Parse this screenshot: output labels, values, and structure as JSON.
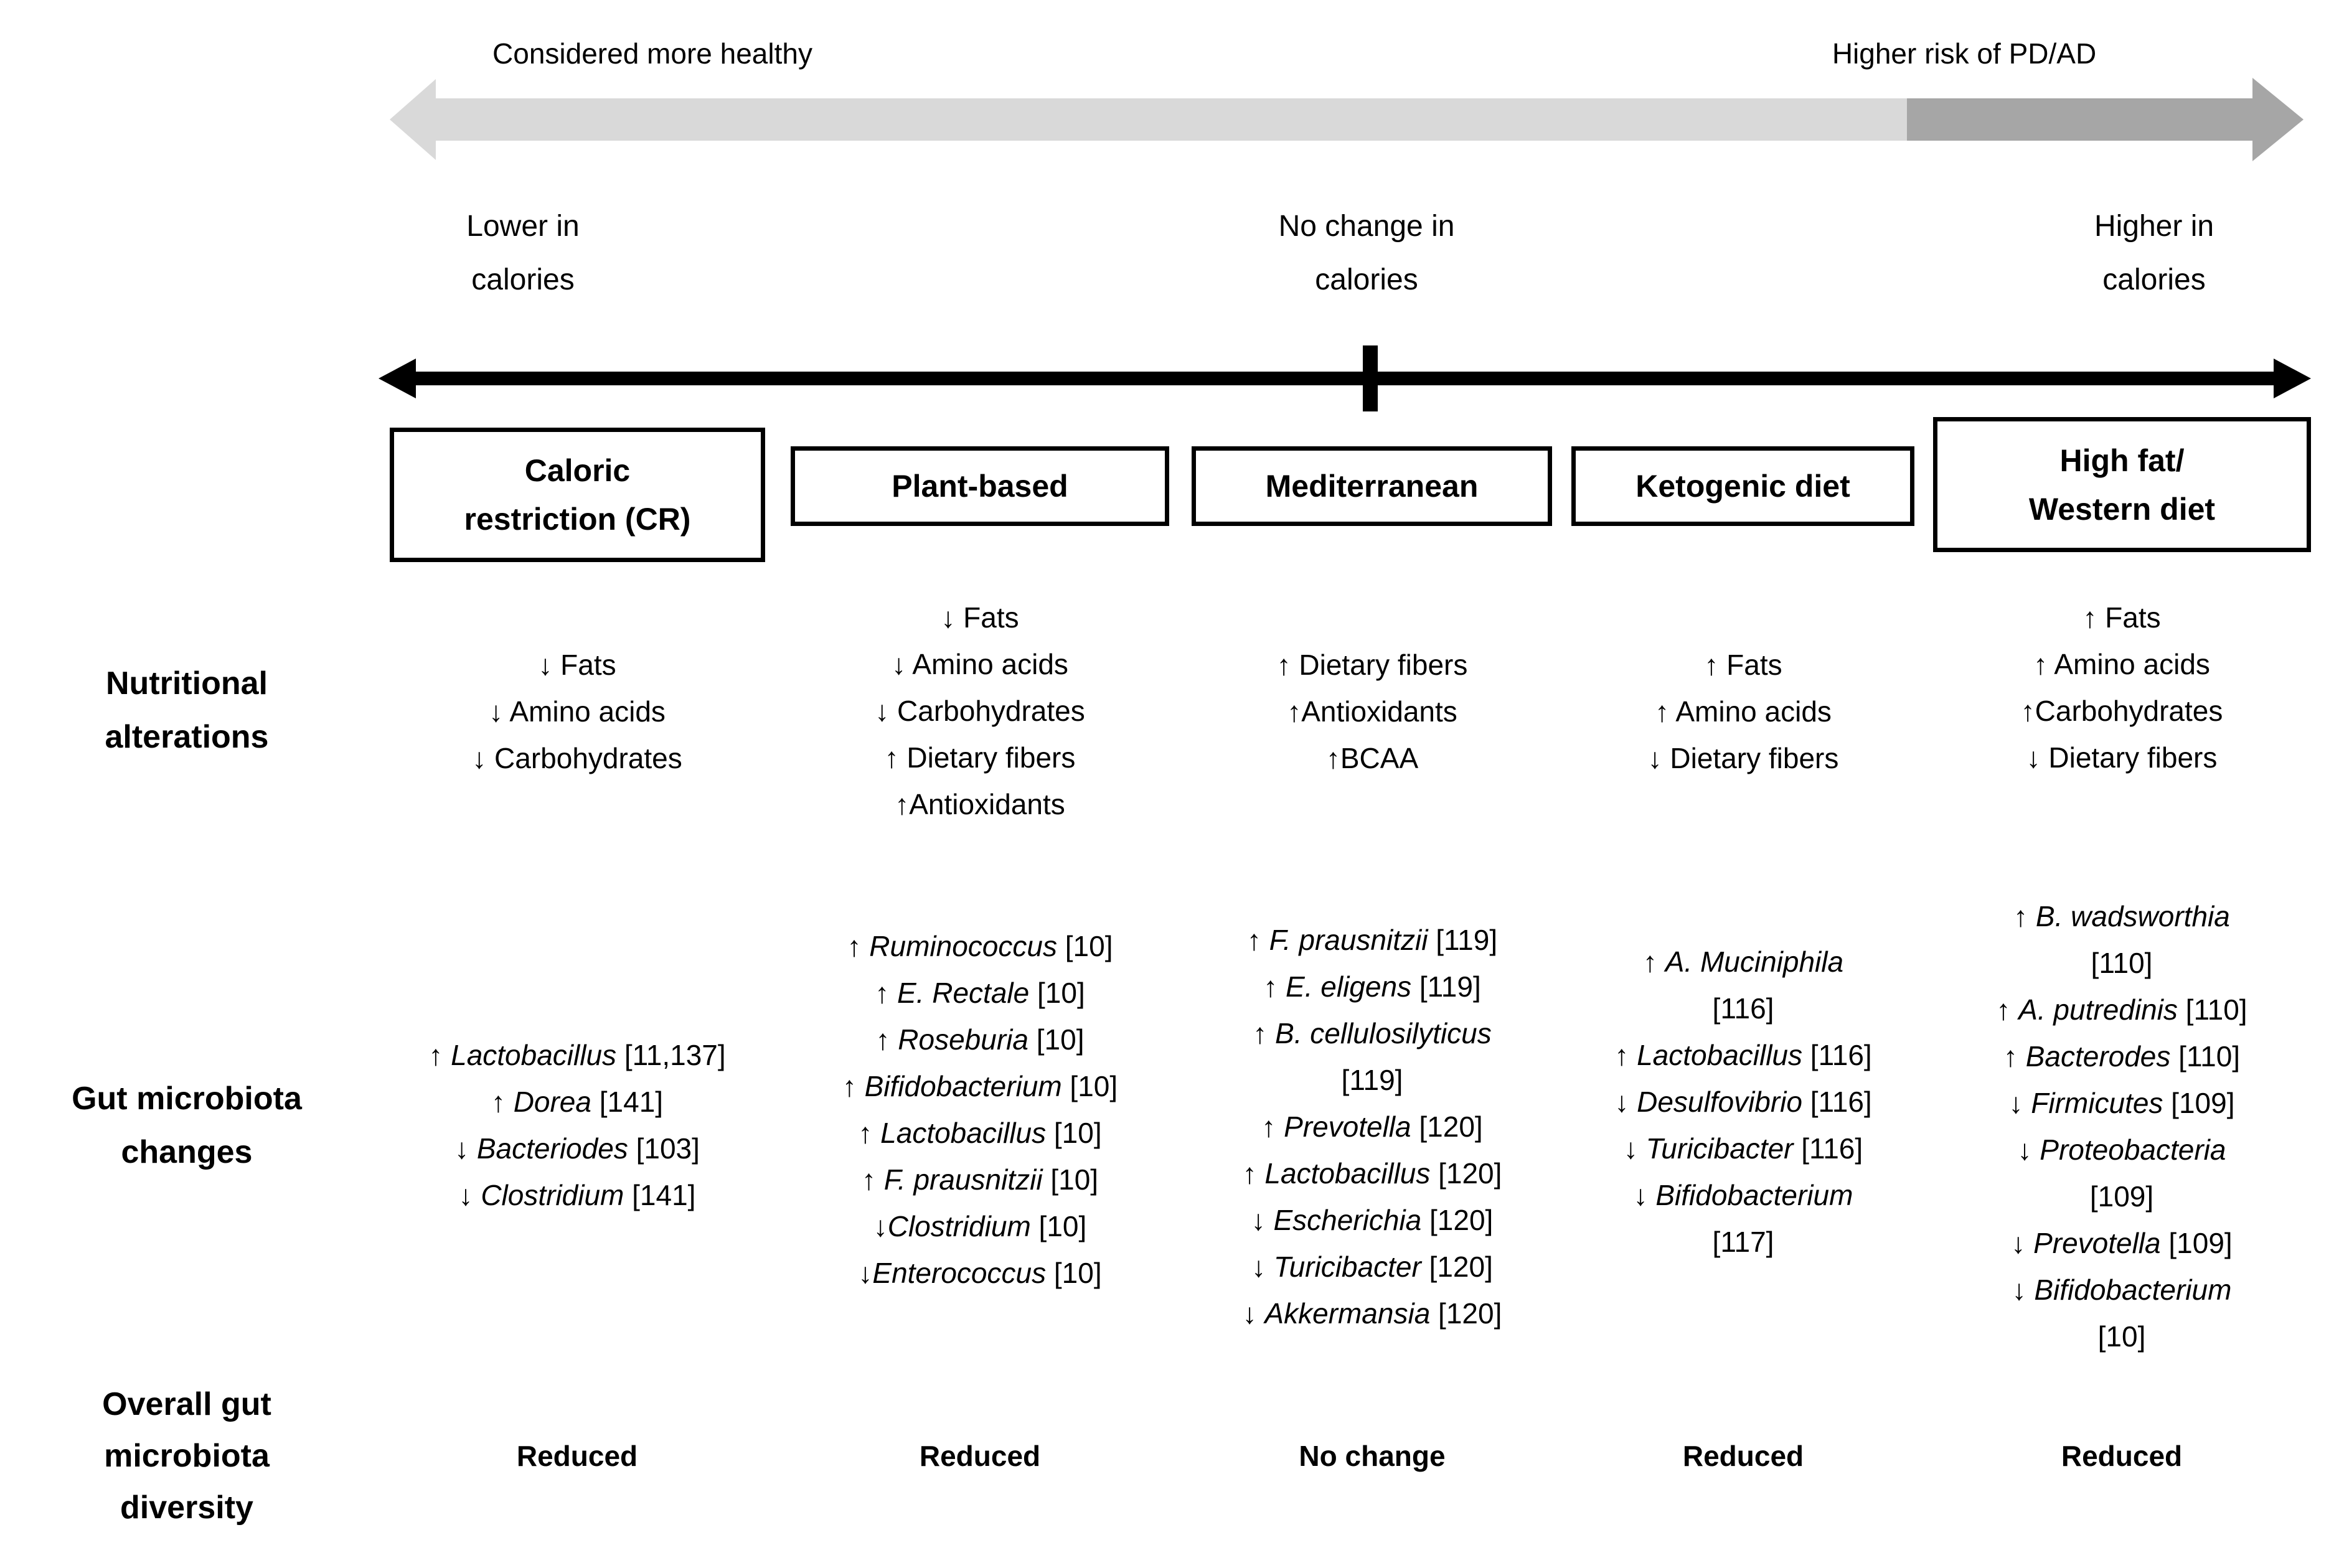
{
  "colors": {
    "arrow_light": "#d9d9d9",
    "arrow_dark": "#a6a6a6",
    "axis_black": "#000000"
  },
  "gradient_bar": {
    "left_label": "Considered more healthy",
    "right_label": "Higher risk of PD/AD"
  },
  "calorie_axis": {
    "left": "Lower in\ncalories",
    "middle": "No change in\ncalories",
    "right": "Higher in\ncalories"
  },
  "row_labels": {
    "nutritional": "Nutritional\nalterations",
    "microbiota": "Gut microbiota\nchanges",
    "diversity": "Overall gut\nmicrobiota\ndiversity"
  },
  "diets": [
    {
      "name": "Caloric\nrestriction (CR)",
      "nutritional": [
        {
          "pre": "↓ ",
          "it": "",
          "post": "Fats"
        },
        {
          "pre": "↓ ",
          "it": "",
          "post": "Amino acids"
        },
        {
          "pre": "↓ ",
          "it": "",
          "post": "Carbohydrates"
        }
      ],
      "microbiota": [
        {
          "pre": "↑ ",
          "it": "Lactobacillus",
          "post": " [11,137]"
        },
        {
          "pre": "↑ ",
          "it": "Dorea",
          "post": " [141]"
        },
        {
          "pre": "↓ ",
          "it": "Bacteriodes",
          "post": " [103]"
        },
        {
          "pre": "↓ ",
          "it": "Clostridium",
          "post": " [141]"
        }
      ],
      "diversity": "Reduced"
    },
    {
      "name": "Plant-based",
      "nutritional": [
        {
          "pre": "↓ ",
          "it": "",
          "post": "Fats"
        },
        {
          "pre": "↓ ",
          "it": "",
          "post": "Amino acids"
        },
        {
          "pre": "↓ ",
          "it": "",
          "post": "Carbohydrates"
        },
        {
          "pre": "↑ ",
          "it": "",
          "post": "Dietary fibers"
        },
        {
          "pre": "↑",
          "it": "",
          "post": "Antioxidants"
        }
      ],
      "microbiota": [
        {
          "pre": "↑ ",
          "it": "Ruminococcus",
          "post": " [10]"
        },
        {
          "pre": "↑ ",
          "it": "E. Rectale",
          "post": " [10]"
        },
        {
          "pre": "↑ ",
          "it": "Roseburia",
          "post": " [10]"
        },
        {
          "pre": "↑ ",
          "it": "Bifidobacterium",
          "post": " [10]"
        },
        {
          "pre": "↑ ",
          "it": "Lactobacillus",
          "post": " [10]"
        },
        {
          "pre": "↑ ",
          "it": "F. prausnitzii",
          "post": " [10]"
        },
        {
          "pre": "↓",
          "it": "Clostridium",
          "post": " [10]"
        },
        {
          "pre": "↓",
          "it": "Enterococcus",
          "post": " [10]"
        }
      ],
      "diversity": "Reduced"
    },
    {
      "name": "Mediterranean",
      "nutritional": [
        {
          "pre": "↑ ",
          "it": "",
          "post": "Dietary fibers"
        },
        {
          "pre": "↑",
          "it": "",
          "post": "Antioxidants"
        },
        {
          "pre": "↑",
          "it": "",
          "post": "BCAA"
        }
      ],
      "microbiota": [
        {
          "pre": "↑ ",
          "it": "F. prausnitzii",
          "post": " [119]"
        },
        {
          "pre": "↑ ",
          "it": "E. eligens",
          "post": " [119]"
        },
        {
          "pre": "↑ ",
          "it": "B. cellulosilyticus",
          "post": ""
        },
        {
          "pre": "",
          "it": "",
          "post": "[119]"
        },
        {
          "pre": "↑ ",
          "it": "Prevotella",
          "post": " [120]"
        },
        {
          "pre": "↑ ",
          "it": "Lactobacillus",
          "post": " [120]"
        },
        {
          "pre": "↓ ",
          "it": "Escherichia",
          "post": " [120]"
        },
        {
          "pre": "↓ ",
          "it": "Turicibacter",
          "post": " [120]"
        },
        {
          "pre": "↓ ",
          "it": "Akkermansia",
          "post": " [120]"
        }
      ],
      "diversity": "No change"
    },
    {
      "name": "Ketogenic diet",
      "nutritional": [
        {
          "pre": "↑ ",
          "it": "",
          "post": "Fats"
        },
        {
          "pre": "↑ ",
          "it": "",
          "post": "Amino acids"
        },
        {
          "pre": "↓ ",
          "it": "",
          "post": "Dietary fibers"
        }
      ],
      "microbiota": [
        {
          "pre": "↑ ",
          "it": "A. Muciniphila",
          "post": ""
        },
        {
          "pre": "",
          "it": "",
          "post": "[116]"
        },
        {
          "pre": "↑ ",
          "it": "Lactobacillus",
          "post": " [116]"
        },
        {
          "pre": "↓ ",
          "it": "Desulfovibrio",
          "post": " [116]"
        },
        {
          "pre": "↓ ",
          "it": "Turicibacter",
          "post": " [116]"
        },
        {
          "pre": "↓ ",
          "it": "Bifidobacterium",
          "post": ""
        },
        {
          "pre": "",
          "it": "",
          "post": "[117]"
        }
      ],
      "diversity": "Reduced"
    },
    {
      "name": "High fat/\nWestern diet",
      "nutritional": [
        {
          "pre": "↑ ",
          "it": "",
          "post": "Fats"
        },
        {
          "pre": "↑ ",
          "it": "",
          "post": "Amino acids"
        },
        {
          "pre": "↑",
          "it": "",
          "post": "Carbohydrates"
        },
        {
          "pre": "↓ ",
          "it": "",
          "post": "Dietary fibers"
        }
      ],
      "microbiota": [
        {
          "pre": "↑ ",
          "it": "B. wadsworthia",
          "post": ""
        },
        {
          "pre": "",
          "it": "",
          "post": "[110]"
        },
        {
          "pre": "↑ ",
          "it": "A. putredinis",
          "post": " [110]"
        },
        {
          "pre": "↑ ",
          "it": "Bacterodes",
          "post": " [110]"
        },
        {
          "pre": "↓ ",
          "it": "Firmicutes",
          "post": " [109]"
        },
        {
          "pre": "↓ ",
          "it": "Proteobacteria",
          "post": ""
        },
        {
          "pre": "",
          "it": "",
          "post": "[109]"
        },
        {
          "pre": "↓ ",
          "it": "Prevotella",
          "post": " [109]"
        },
        {
          "pre": "↓ ",
          "it": "Bifidobacterium",
          "post": ""
        },
        {
          "pre": "",
          "it": "",
          "post": "[10]"
        }
      ],
      "diversity": "Reduced"
    }
  ]
}
